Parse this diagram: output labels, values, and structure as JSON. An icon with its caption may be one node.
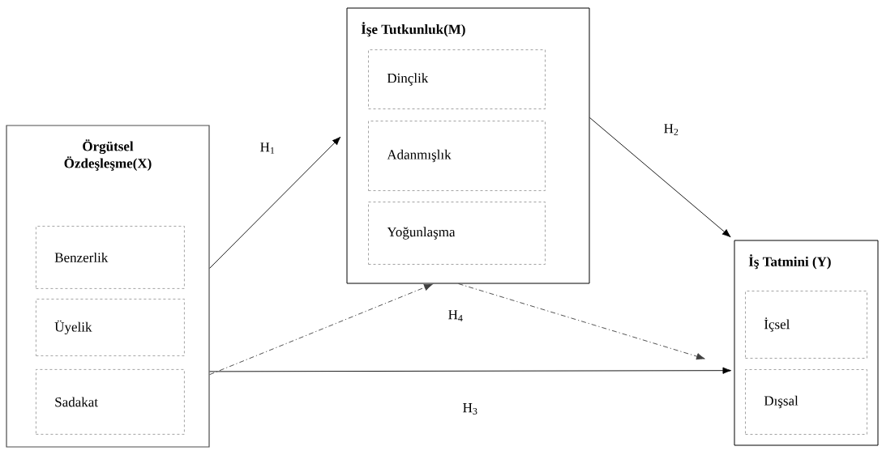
{
  "diagram": {
    "nodes": [
      {
        "text": [
          "Örgütsel Özdeşleşme(X)"
        ]
      },
      {
        "text": [
          "Benzerlik"
        ],
        "in": 0
      },
      {
        "text": [
          "Üyelik"
        ],
        "in": 0
      },
      {
        "text": [
          "Sadakat"
        ],
        "in": 0
      },
      {
        "text": [
          "İşe Tutkunluk(M)"
        ]
      },
      {
        "text": [
          "Dinçlik"
        ],
        "in": 4
      },
      {
        "text": [
          "Adanmışlık"
        ],
        "in": 4
      },
      {
        "text": [
          "Yoğunlaşma"
        ],
        "in": 4
      },
      {
        "text": [
          "İş Tatmini (Y)"
        ]
      },
      {
        "text": [
          "İçsel"
        ],
        "in": 8
      },
      {
        "text": [
          "Dışsal"
        ],
        "in": 8
      }
    ],
    "edges": [
      {
        "from": 0,
        "to": 4,
        "arrow": "to",
        "label": "H$_{1}$"
      },
      {
        "from": 4,
        "to": 8,
        "arrow": "to",
        "label": "H$_{2}$"
      },
      {
        "from": 0,
        "to": 8,
        "arrow": "to",
        "label": "H$_{3}$"
      },
      {
        "from": 0,
        "to": 4,
        "arrow": "to",
        "style": "dashed",
        "color": "#404040",
        "label": "H$_{4}$"
      },
      {
        "from": 4,
        "to": 8,
        "arrow": "to",
        "style": "dashed",
        "color": "#404040"
      }
    ]
  }
}
